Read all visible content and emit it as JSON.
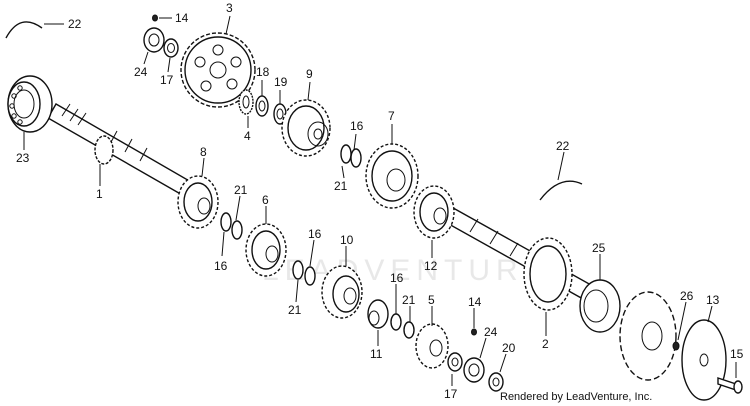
{
  "watermark": "LEADVENTURE",
  "credit": "Rendered by LeadVenture, Inc.",
  "callouts": [
    {
      "id": "c22a",
      "label": "22"
    },
    {
      "id": "c14a",
      "label": "14"
    },
    {
      "id": "c3",
      "label": "3"
    },
    {
      "id": "c24a",
      "label": "24"
    },
    {
      "id": "c17a",
      "label": "17"
    },
    {
      "id": "c18",
      "label": "18"
    },
    {
      "id": "c19",
      "label": "19"
    },
    {
      "id": "c9",
      "label": "9"
    },
    {
      "id": "c4",
      "label": "4"
    },
    {
      "id": "c23",
      "label": "23"
    },
    {
      "id": "c1",
      "label": "1"
    },
    {
      "id": "c8",
      "label": "8"
    },
    {
      "id": "c21a",
      "label": "21"
    },
    {
      "id": "c16a",
      "label": "16"
    },
    {
      "id": "c6",
      "label": "6"
    },
    {
      "id": "c16b",
      "label": "16"
    },
    {
      "id": "c21b",
      "label": "21"
    },
    {
      "id": "c10",
      "label": "10"
    },
    {
      "id": "c7",
      "label": "7"
    },
    {
      "id": "c16c",
      "label": "16"
    },
    {
      "id": "c21c",
      "label": "21"
    },
    {
      "id": "c22b",
      "label": "22"
    },
    {
      "id": "c12",
      "label": "12"
    },
    {
      "id": "c25",
      "label": "25"
    },
    {
      "id": "c16d",
      "label": "16"
    },
    {
      "id": "c21d",
      "label": "21"
    },
    {
      "id": "c5",
      "label": "5"
    },
    {
      "id": "c11",
      "label": "11"
    },
    {
      "id": "c14b",
      "label": "14"
    },
    {
      "id": "c24b",
      "label": "24"
    },
    {
      "id": "c20",
      "label": "20"
    },
    {
      "id": "c17b",
      "label": "17"
    },
    {
      "id": "c2",
      "label": "2"
    },
    {
      "id": "c26",
      "label": "26"
    },
    {
      "id": "c13",
      "label": "13"
    },
    {
      "id": "c15",
      "label": "15"
    }
  ]
}
